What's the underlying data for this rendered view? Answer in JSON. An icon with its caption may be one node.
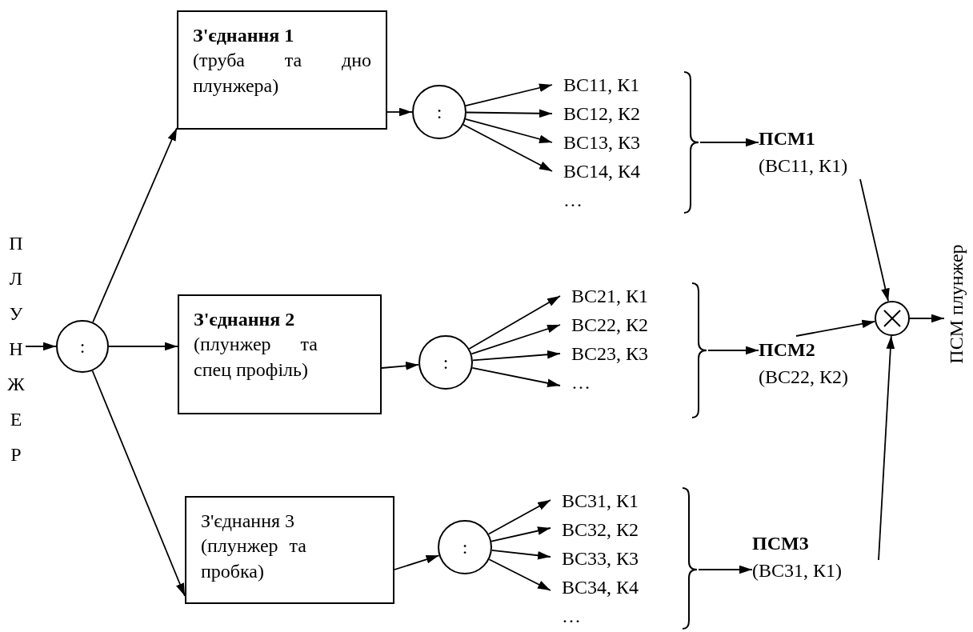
{
  "diagram": {
    "nodes": [
      {
        "text": [
          "ПЛУНЖЕР"
        ]
      },
      {
        "text": [
          ":"
        ]
      },
      {
        "text": [
          "З'єднання 1",
          "(труба та дно плунжера)"
        ]
      },
      {
        "text": [
          "З'єднання 2",
          "(плунжер та спец профіль)"
        ]
      },
      {
        "text": [
          "З'єднання 3",
          "(плунжер та пробка)"
        ]
      },
      {
        "text": [
          ":"
        ]
      },
      {
        "text": [
          "ВС11, К1",
          "ВС12, К2",
          "ВС13, К3",
          "ВС14, К4",
          "…"
        ]
      },
      {
        "text": [
          "ПСМ1",
          "(ВС11, К1)"
        ]
      },
      {
        "text": [
          ":"
        ]
      },
      {
        "text": [
          "ВС21, К1",
          "ВС22, К2",
          "ВС23, К3",
          "…"
        ]
      },
      {
        "text": [
          "ПСМ2",
          "(ВС22, К2)"
        ]
      },
      {
        "text": [
          ":"
        ]
      },
      {
        "text": [
          "ВС31, К1",
          "ВС32, К2",
          "ВС33, К3",
          "ВС34, К4",
          "…"
        ]
      },
      {
        "text": [
          "ПСМ3",
          "(ВС31, К1)"
        ]
      },
      {
        "text": [],
        "shape": "circle"
      },
      {
        "text": [
          "ПСМ плунжер"
        ]
      }
    ],
    "edges": [
      {
        "from": 0,
        "to": 1,
        "arrow": "to"
      },
      {
        "from": 1,
        "to": 2,
        "arrow": "to"
      },
      {
        "from": 1,
        "to": 3,
        "arrow": "to"
      },
      {
        "from": 1,
        "to": 4,
        "arrow": "to"
      },
      {
        "from": 2,
        "to": 5,
        "arrow": "to"
      },
      {
        "from": 3,
        "to": 8,
        "arrow": "to"
      },
      {
        "from": 4,
        "to": 11,
        "arrow": "to"
      },
      {
        "from": 5,
        "to": 6,
        "arrow": "to"
      },
      {
        "from": 5,
        "to": 6,
        "arrow": "to"
      },
      {
        "from": 5,
        "to": 6,
        "arrow": "to"
      },
      {
        "from": 5,
        "to": 6,
        "arrow": "to"
      },
      {
        "from": 8,
        "to": 9,
        "arrow": "to"
      },
      {
        "from": 8,
        "to": 9,
        "arrow": "to"
      },
      {
        "from": 8,
        "to": 9,
        "arrow": "to"
      },
      {
        "from": 8,
        "to": 9,
        "arrow": "to"
      },
      {
        "from": 11,
        "to": 12,
        "arrow": "to"
      },
      {
        "from": 11,
        "to": 12,
        "arrow": "to"
      },
      {
        "from": 11,
        "to": 12,
        "arrow": "to"
      },
      {
        "from": 11,
        "to": 12,
        "arrow": "to"
      },
      {
        "from": 6,
        "to": 7,
        "arrow": "to"
      },
      {
        "from": 9,
        "to": 10,
        "arrow": "to"
      },
      {
        "from": 12,
        "to": 13,
        "arrow": "to"
      },
      {
        "from": 7,
        "to": 14,
        "arrow": "to"
      },
      {
        "from": 10,
        "to": 14,
        "arrow": "to"
      },
      {
        "from": 13,
        "to": 14,
        "arrow": "to"
      },
      {
        "from": 14,
        "to": 15,
        "arrow": "to"
      }
    ]
  }
}
